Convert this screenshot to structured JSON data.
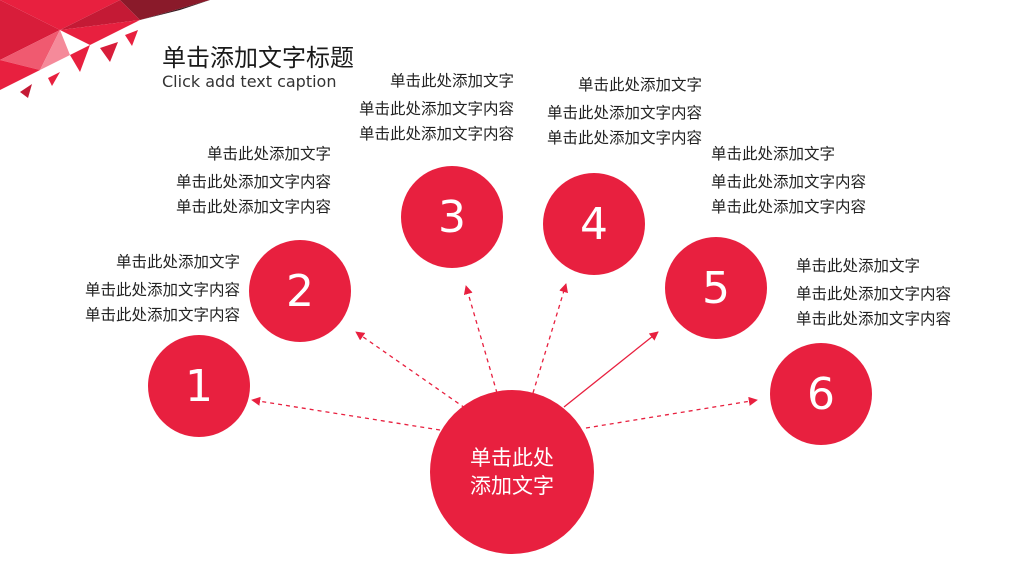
{
  "header": {
    "title": "单击添加文字标题",
    "subtitle": "Click add text caption"
  },
  "hub": {
    "label_line1": "单击此处",
    "label_line2": "添加文字"
  },
  "nodes": [
    {
      "number": "1",
      "heading": "单击此处添加文字",
      "line2": "单击此处添加文字内容",
      "line3": "单击此处添加文字内容"
    },
    {
      "number": "2",
      "heading": "单击此处添加文字",
      "line2": "单击此处添加文字内容",
      "line3": "单击此处添加文字内容"
    },
    {
      "number": "3",
      "heading": "单击此处添加文字",
      "line2": "单击此处添加文字内容",
      "line3": "单击此处添加文字内容"
    },
    {
      "number": "4",
      "heading": "单击此处添加文字",
      "line2": "单击此处添加文字内容",
      "line3": "单击此处添加文字内容"
    },
    {
      "number": "5",
      "heading": "单击此处添加文字",
      "line2": "单击此处添加文字内容",
      "line3": "单击此处添加文字内容"
    },
    {
      "number": "6",
      "heading": "单击此处添加文字",
      "line2": "单击此处添加文字内容",
      "line3": "单击此处添加文字内容"
    }
  ],
  "colors": {
    "accent": "#e8203f",
    "accent_dark": "#b9162f",
    "text": "#222222"
  }
}
